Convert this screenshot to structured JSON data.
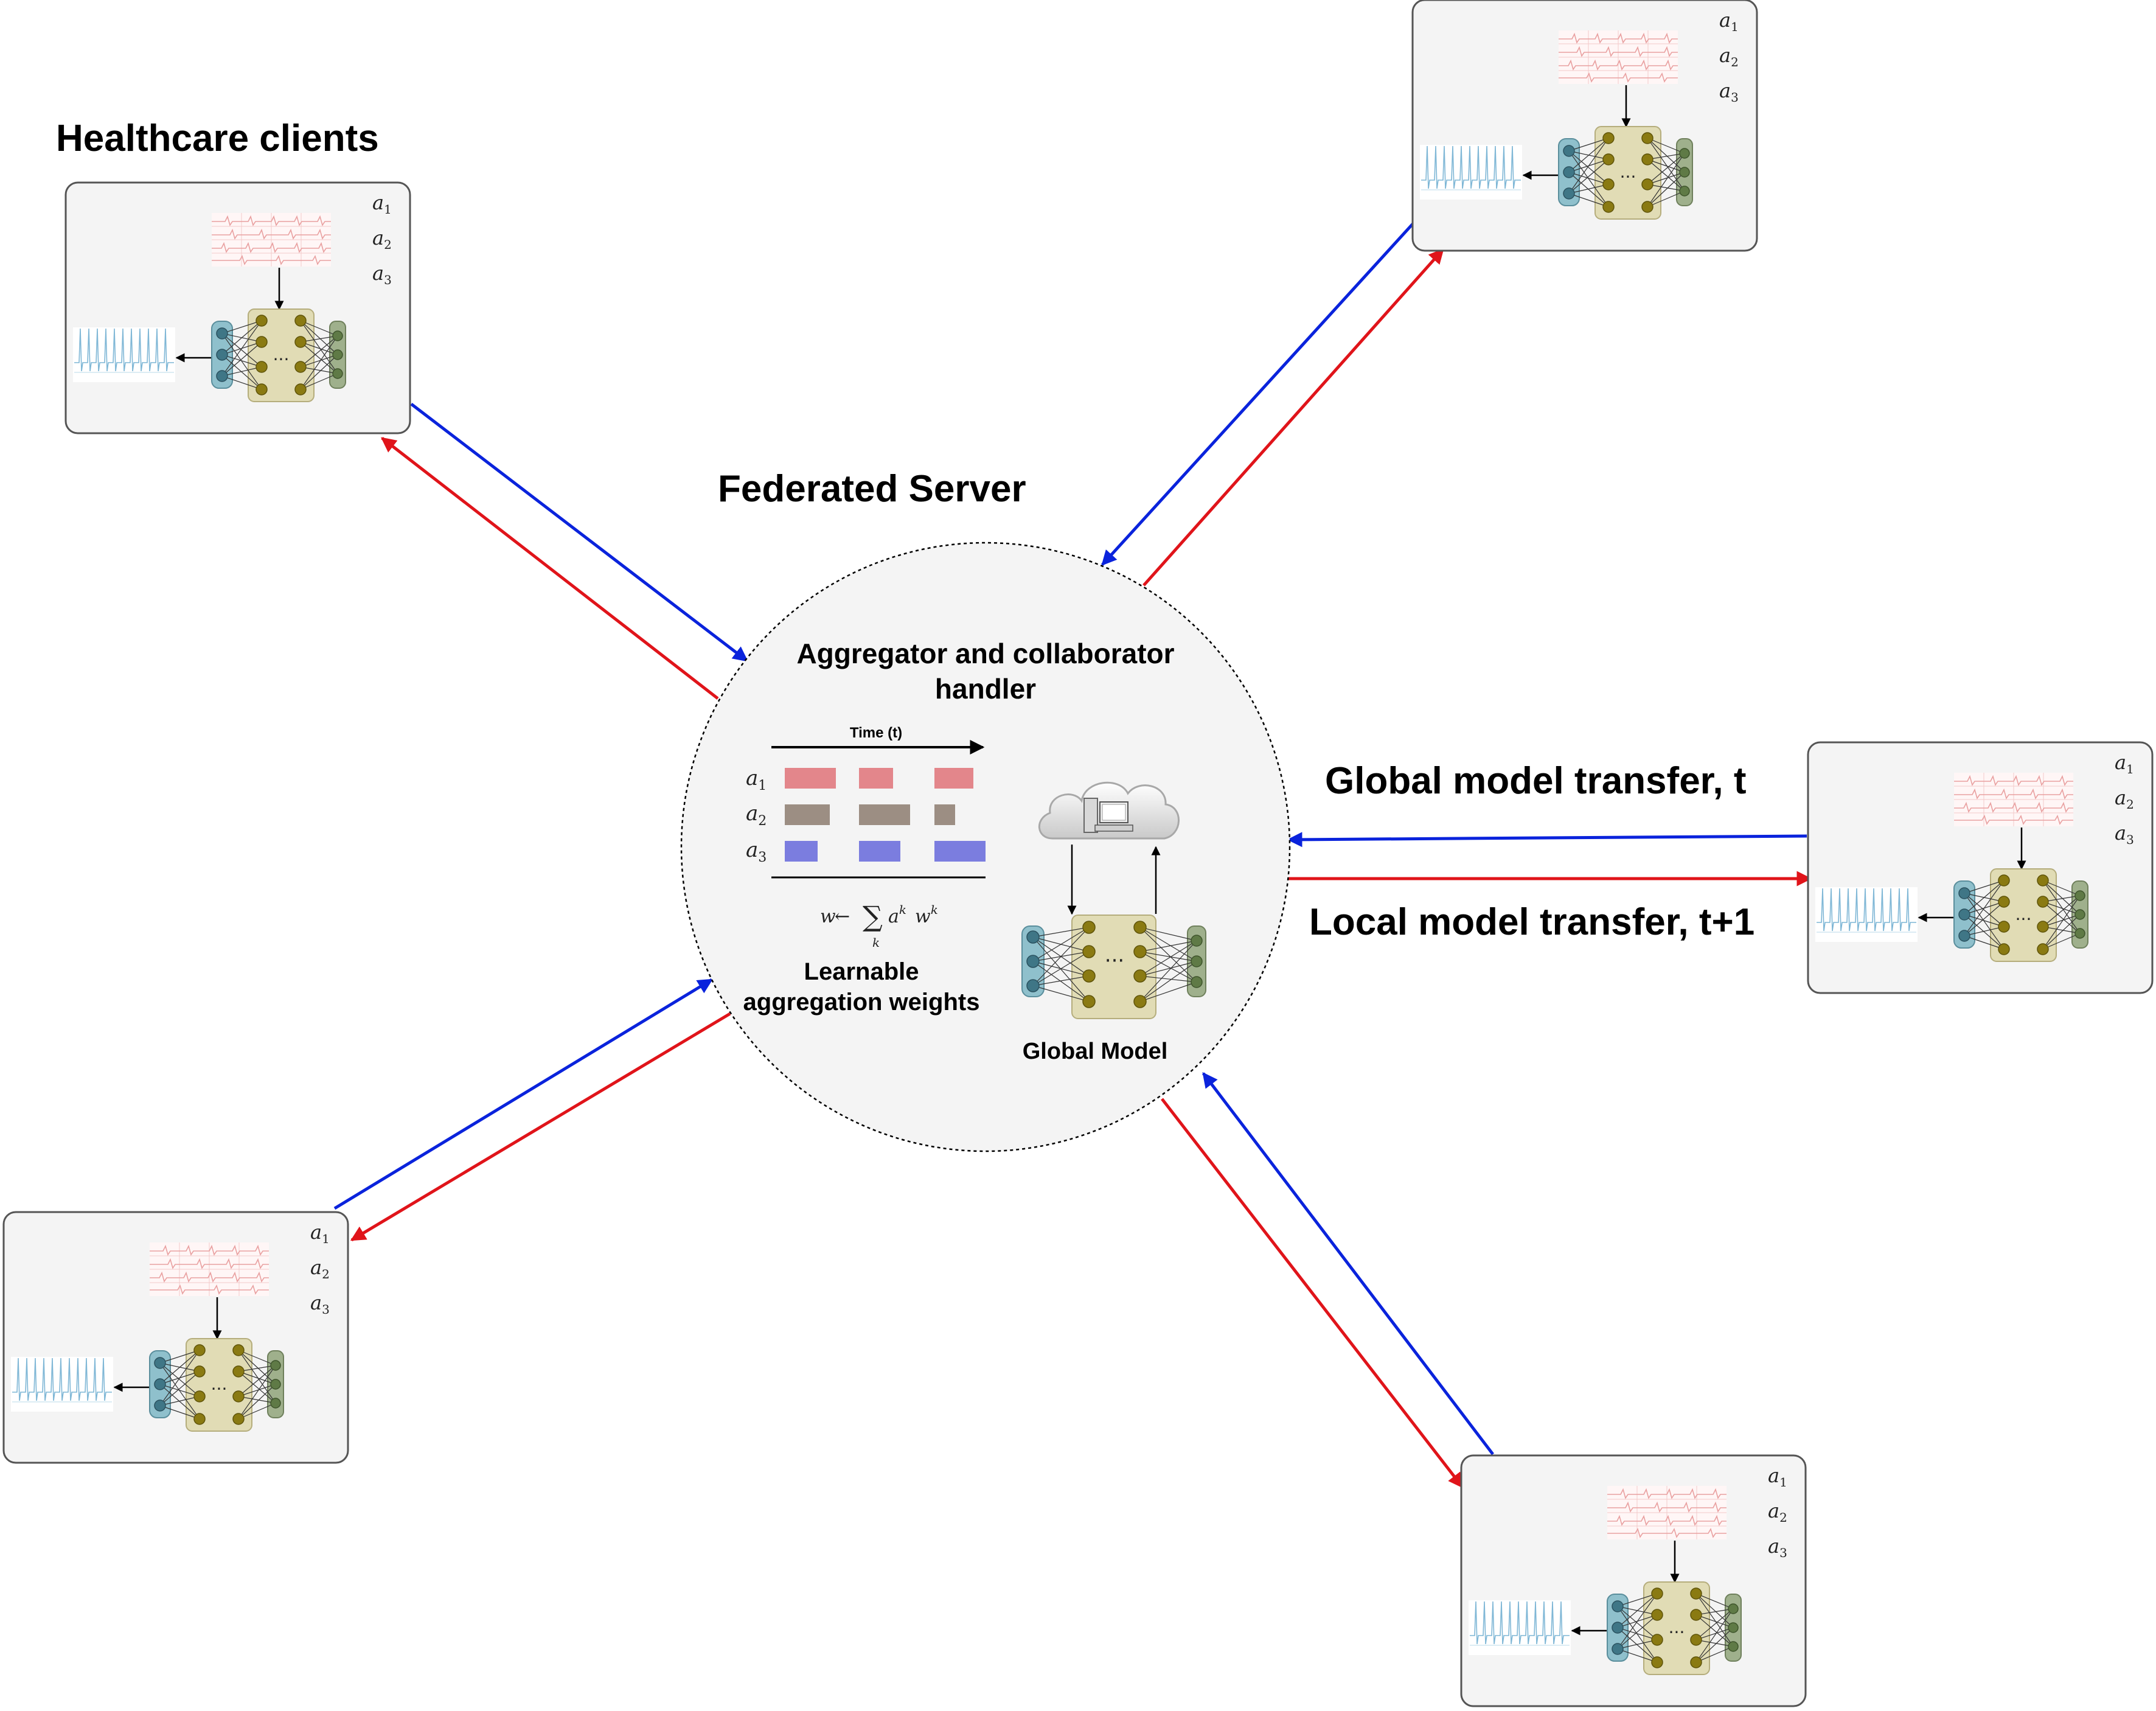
{
  "title": "Healthcare clients",
  "server": {
    "title": "Federated Server",
    "aggregator_title": [
      "Aggregator and collaborator",
      "handler"
    ],
    "time_label": "Time (t)",
    "client_labels": [
      "a",
      "a",
      "a"
    ],
    "client_subscripts": [
      "1",
      "2",
      "3"
    ],
    "formula": {
      "lhs": "w",
      "arrow": "←",
      "sum": "∑",
      "index": "k",
      "term_a": "a",
      "sup1": "k",
      "term_w": "w",
      "sup2": "k"
    },
    "weights_caption": [
      "Learnable",
      "aggregation weights"
    ],
    "global_model_label": "Global Model",
    "colors": {
      "a1": "#e3868b",
      "a2": "#9c8e83",
      "a3": "#7b7ddf"
    }
  },
  "transfer": {
    "global_label": "Global model transfer, t",
    "local_label": "Local model transfer, t+1",
    "global_color": "#0a23dc",
    "local_color": "#e0141a"
  },
  "client_card": {
    "legend": [
      "a",
      "a",
      "a"
    ],
    "legend_subscripts": [
      "1",
      "2",
      "3"
    ],
    "ellipsis": "···"
  },
  "colors": {
    "nn_input": "#8fc0cc",
    "nn_hidden": "#e1dcb5",
    "nn_hidden_node": "#8a7a12",
    "nn_output": "#9fb08c",
    "card_bg": "#f4f4f4",
    "server_bg": "#f4f4f4"
  }
}
